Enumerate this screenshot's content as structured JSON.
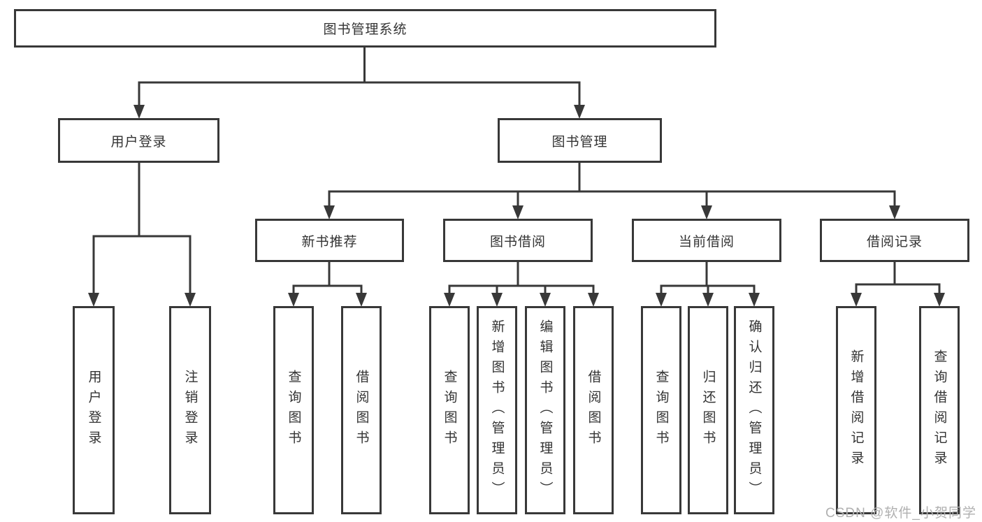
{
  "diagram": {
    "root": {
      "label": "图书管理系统"
    },
    "level2": [
      {
        "label": "用户登录"
      },
      {
        "label": "图书管理"
      }
    ],
    "level3": [
      {
        "label": "新书推荐"
      },
      {
        "label": "图书借阅"
      },
      {
        "label": "当前借阅"
      },
      {
        "label": "借阅记录"
      }
    ],
    "leaves": [
      {
        "label": "用户登录"
      },
      {
        "label": "注销登录"
      },
      {
        "label": "查询图书"
      },
      {
        "label": "借阅图书"
      },
      {
        "label": "查询图书"
      },
      {
        "label": "新增图书（管理员）"
      },
      {
        "label": "编辑图书（管理员）"
      },
      {
        "label": "借阅图书"
      },
      {
        "label": "查询图书"
      },
      {
        "label": "归还图书"
      },
      {
        "label": "确认归还（管理员）"
      },
      {
        "label": "新增借阅记录"
      },
      {
        "label": "查询借阅记录"
      }
    ]
  },
  "watermark": {
    "text": "CSDN @软件_小贺同学"
  },
  "colors": {
    "line": "#383838",
    "text": "#333333",
    "box_background": "#ffffff",
    "watermark": "#b0b0b0"
  }
}
